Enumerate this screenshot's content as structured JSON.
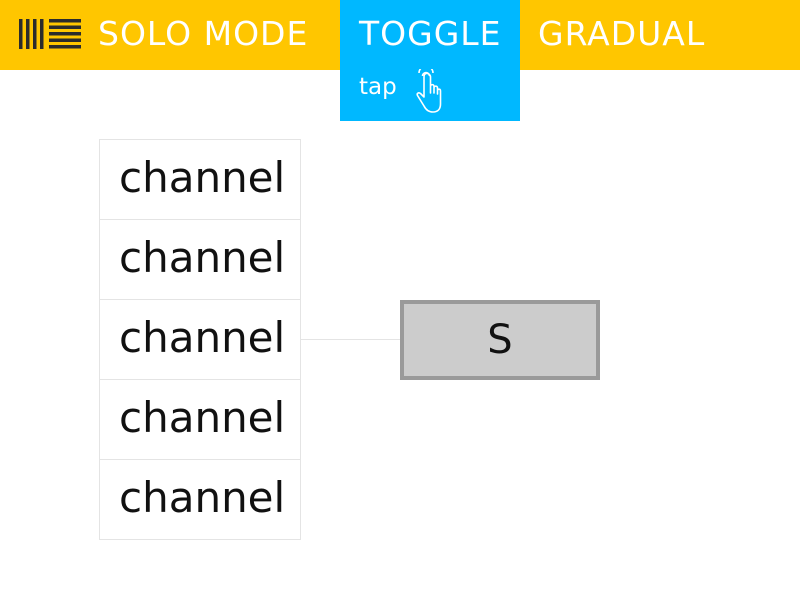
{
  "header": {
    "logo_icon": "mixer-lines-icon",
    "title": "SOLO MODE",
    "tabs": [
      {
        "label": "TOGGLE",
        "hint": "tap",
        "hint_icon": "tap-hand-icon",
        "active": true
      },
      {
        "label": "GRADUAL",
        "active": false
      }
    ]
  },
  "channels": [
    {
      "label": "channel"
    },
    {
      "label": "channel"
    },
    {
      "label": "channel"
    },
    {
      "label": "channel"
    },
    {
      "label": "channel"
    }
  ],
  "solo_button": {
    "label": "S"
  },
  "colors": {
    "header_bg": "#ffc600",
    "active_tab_bg": "#00b8ff",
    "button_bg": "#cccccc",
    "button_border": "#9a9a9a"
  }
}
